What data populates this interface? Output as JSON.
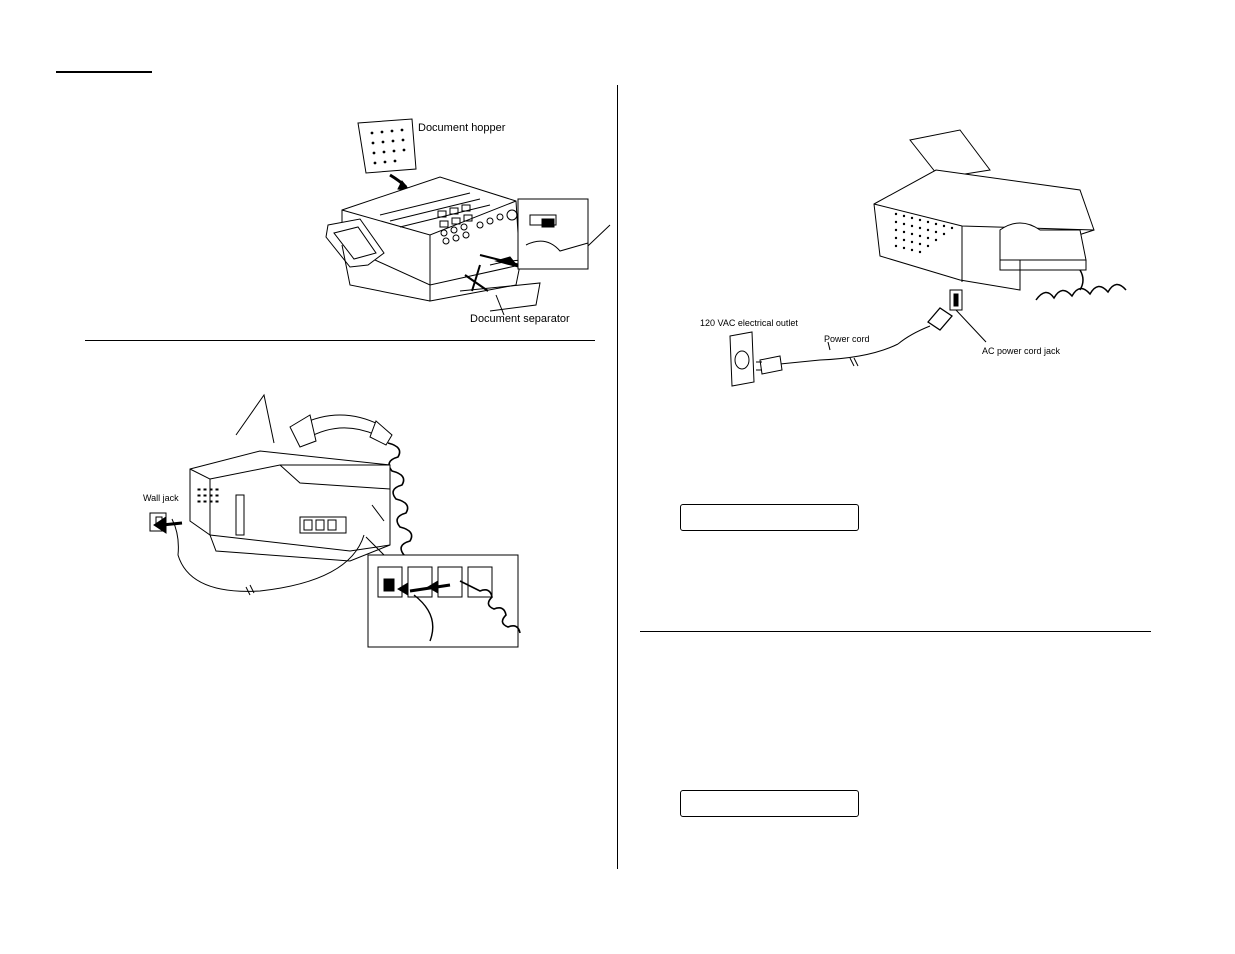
{
  "figure_hopper": {
    "label_hopper": "Document hopper",
    "label_separator": "Document separator"
  },
  "figure_phone": {
    "label_wall_jack": "Wall jack"
  },
  "figure_power": {
    "label_outlet": "120 VAC electrical outlet",
    "label_power_cord": "Power cord",
    "label_ac_jack": "AC power cord jack"
  },
  "lcd_displays": [
    {
      "text": ""
    },
    {
      "text": ""
    }
  ]
}
